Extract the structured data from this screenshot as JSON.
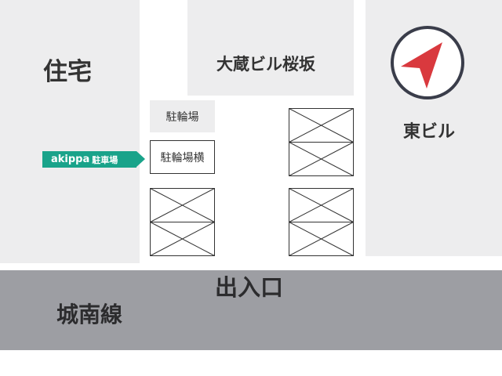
{
  "buildings": {
    "residence": "住宅",
    "okura": "大蔵ビル桜坂",
    "east": "東ビル"
  },
  "bicycle_parking": "駐輪場",
  "bicycle_parking_side": "駐輪場横",
  "entrance": "出入口",
  "road": "城南線",
  "badge": {
    "brand": "akippa",
    "label": "駐車場"
  },
  "colors": {
    "building": "#ededee",
    "road": "#9d9ea3",
    "badge": "#19a38a",
    "compass_needle": "#d9393e",
    "compass_ring": "#3a3d4a"
  },
  "icons": [
    "compass-icon",
    "parking-space-x"
  ]
}
